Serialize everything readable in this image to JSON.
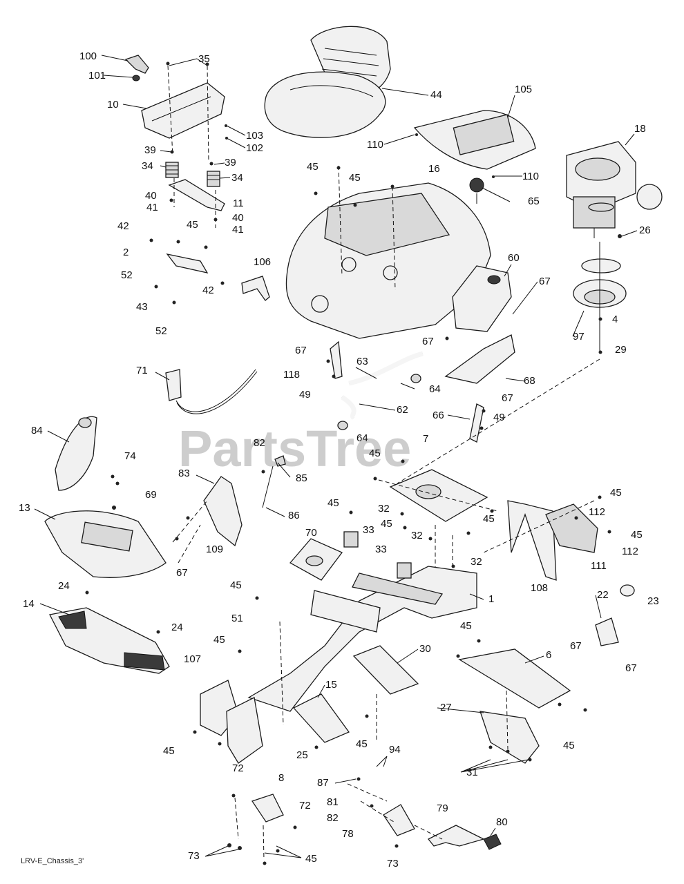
{
  "diagram": {
    "watermark": "PartsTree",
    "footer_code": "LRV-E_Chassis_3'",
    "callouts": {
      "c100": "100",
      "c101": "101",
      "c35": "35",
      "c10": "10",
      "c103": "103",
      "c102": "102",
      "c39a": "39",
      "c39b": "39",
      "c34a": "34",
      "c34b": "34",
      "c40a": "40",
      "c40b": "40",
      "c41a": "41",
      "c41b": "41",
      "c11": "11",
      "c42a": "42",
      "c42b": "42",
      "c45a": "45",
      "c2": "2",
      "c52a": "52",
      "c52b": "52",
      "c43": "43",
      "c106": "106",
      "c44": "44",
      "c105": "105",
      "c110a": "110",
      "c110b": "110",
      "c18": "18",
      "c45b": "45",
      "c45c": "45",
      "c16": "16",
      "c65": "65",
      "c26": "26",
      "c60": "60",
      "c67a": "67",
      "c67b": "67",
      "c4": "4",
      "c97": "97",
      "c29": "29",
      "c67c": "67",
      "c118": "118",
      "c49a": "49",
      "c63": "63",
      "c64a": "64",
      "c68": "68",
      "c62": "62",
      "c67d": "67",
      "c66": "66",
      "c49b": "49",
      "c64b": "64",
      "c71": "71",
      "c84": "84",
      "c74": "74",
      "c69": "69",
      "c13": "13",
      "c82a": "82",
      "c85": "85",
      "c83": "83",
      "c86": "86",
      "c109": "109",
      "c67e": "67",
      "c7": "7",
      "c45d": "45",
      "c45e": "45",
      "c32a": "32",
      "c45f": "45",
      "c32b": "32",
      "c32c": "32",
      "c70": "70",
      "c33a": "33",
      "c33b": "33",
      "c45g": "45",
      "c45h": "45",
      "c112a": "112",
      "c45i": "45",
      "c112b": "112",
      "c111": "111",
      "c108": "108",
      "c1": "1",
      "c22": "22",
      "c23": "23",
      "c67f": "67",
      "c67g": "67",
      "c24a": "24",
      "c14": "14",
      "c24b": "24",
      "c45j": "45",
      "c51": "51",
      "c45k": "45",
      "c107": "107",
      "c15": "15",
      "c30": "30",
      "c45l": "45",
      "c6": "6",
      "c27": "27",
      "c45m": "45",
      "c25": "25",
      "c45n": "45",
      "c45o": "45",
      "c31": "31",
      "c72a": "72",
      "c8": "8",
      "c72b": "72",
      "c87": "87",
      "c94": "94",
      "c81": "81",
      "c82b": "82",
      "c79": "79",
      "c80": "80",
      "c78": "78",
      "c73a": "73",
      "c45p": "45",
      "c73b": "73"
    }
  }
}
